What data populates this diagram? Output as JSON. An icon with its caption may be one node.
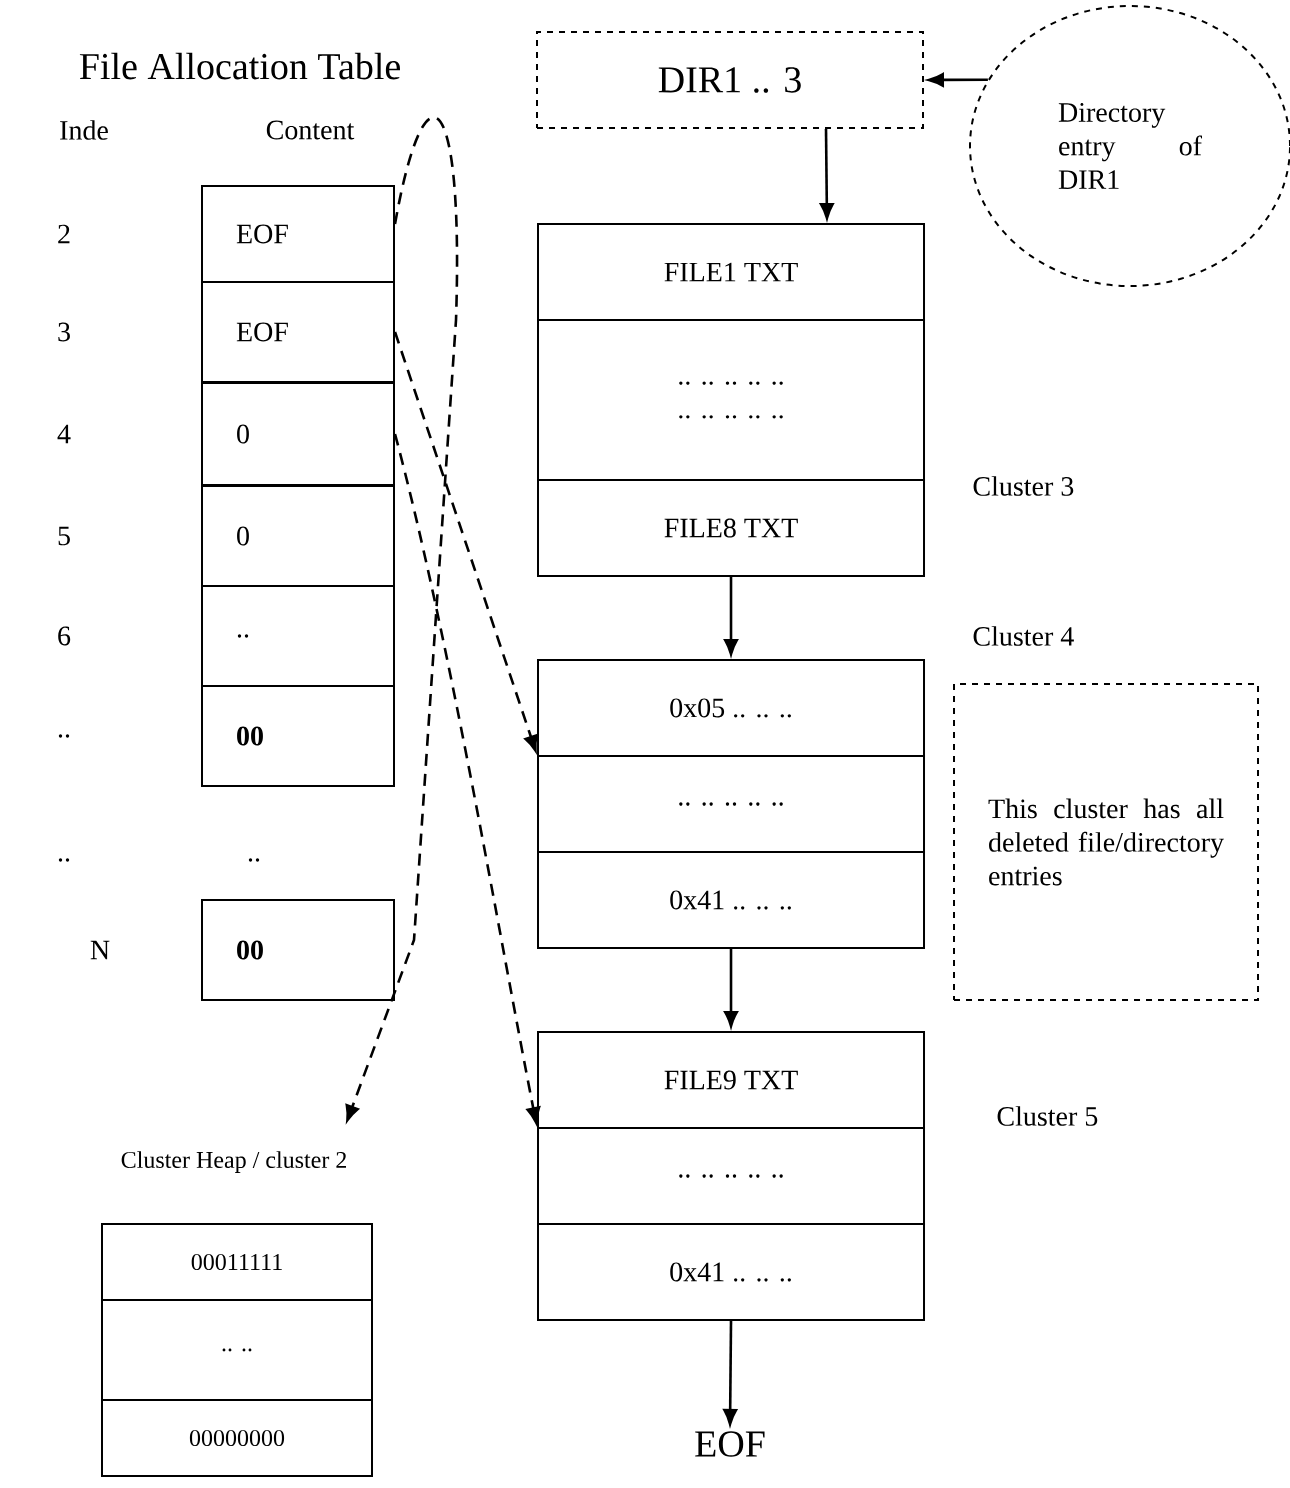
{
  "diagram": {
    "nodes": [
      {
        "text": [
          "DIR1 .. 3"
        ]
      },
      {
        "text": [
          "Directory entry of DIR1"
        ]
      },
      {
        "text": [
          "EOF"
        ]
      },
      {
        "text": [
          "EOF"
        ]
      },
      {
        "text": [
          "0"
        ]
      },
      {
        "text": [
          "0"
        ]
      },
      {
        "text": [
          ".."
        ]
      },
      {
        "text": [
          "00"
        ]
      },
      {
        "text": [
          "00"
        ]
      },
      {
        "text": [
          "FILE1 TXT"
        ]
      },
      {
        "text": [
          ".. .. .. .. ..",
          ".. .. .. .. .."
        ]
      },
      {
        "text": [
          "FILE8 TXT"
        ]
      },
      {
        "text": [
          "0x05 .. .. .."
        ]
      },
      {
        "text": [
          ".. .. .. .. .."
        ]
      },
      {
        "text": [
          "0x41 .. .. .."
        ]
      },
      {
        "text": [
          "This cluster has all deleted file/directory entries"
        ]
      },
      {
        "text": [
          "FILE9 TXT"
        ]
      },
      {
        "text": [
          ".. .. .. .. .."
        ]
      },
      {
        "text": [
          "0x41 .. .. .."
        ]
      },
      {
        "text": [
          "EOF"
        ]
      },
      {
        "text": [
          "Cluster Heap / cluster 2"
        ]
      },
      {
        "text": [
          "00011111"
        ]
      },
      {
        "text": [
          ".. .."
        ]
      },
      {
        "text": [
          "00000000"
        ]
      }
    ],
    "edges": [
      {
        "from": 1,
        "to": 0,
        "arrow": "to"
      },
      {
        "from": 0,
        "to": 9,
        "arrow": "to"
      },
      {
        "from": 11,
        "to": 12,
        "arrow": "to"
      },
      {
        "from": 14,
        "to": 16,
        "arrow": "to"
      },
      {
        "from": 18,
        "to": 19,
        "arrow": "to"
      },
      {
        "from": 2,
        "to": 20,
        "arrow": "to",
        "style": "dashed"
      },
      {
        "from": 3,
        "to": 13,
        "arrow": "to",
        "style": "dashed"
      },
      {
        "from": 4,
        "to": 17,
        "arrow": "to",
        "style": "dashed"
      }
    ],
    "labels": [
      "File Allocation Table",
      "Inde",
      "Content",
      "2",
      "3",
      "4",
      "5",
      "6",
      "..",
      "..",
      "..",
      "N",
      "Cluster 3",
      "Cluster 4",
      "Cluster 5"
    ]
  }
}
